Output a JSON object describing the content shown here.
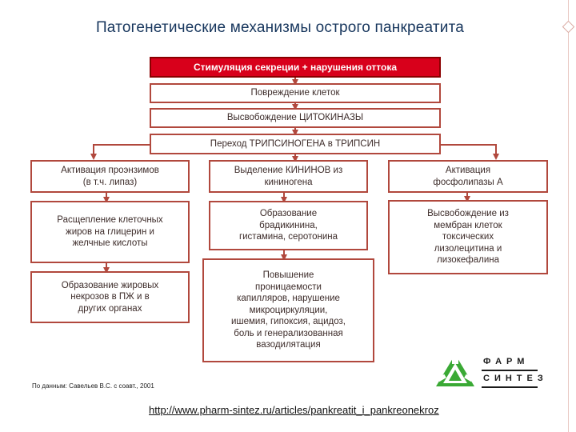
{
  "title": "Патогенетические механизмы  острого панкреатита",
  "flow": {
    "top_box": "Стимуляция секреции + нарушения оттока",
    "cell_damage": "Повреждение клеток",
    "cytokines_release": "Высвобождение ЦИТОКИНАЗЫ",
    "trypsinogen_to_trypsin": "Переход ТРИПСИНОГЕНА в ТРИПСИН"
  },
  "columns": [
    {
      "items": [
        "Активация проэнзимов\n(в т.ч. липаз)",
        "Расщепление клеточных\nжиров на глицерин и\nжелчные кислоты",
        "Образование жировых\nнекрозов в ПЖ и в\nдругих органах"
      ]
    },
    {
      "items": [
        "Выделение КИНИНОВ из\nкининогена",
        "Образование\nбрадикинина,\nгистамина, серотонина",
        "Повышение\nпроницаемости\nкапилляров, нарушение\nмикроциркуляции,\nишемия, гипоксия, ацидоз,\nболь и генерализованная\nвазодилятация"
      ]
    },
    {
      "items": [
        "Активация\nфосфолипазы А",
        "Высвобождение из\nмембран клеток\nтоксических\nлизолецитина и\nлизокефалина"
      ]
    }
  ],
  "source_note": "По данным: Савельев В.С. с соавт., 2001",
  "url": "http://www.pharm-sintez.ru/articles/pankreatit_i_pankreonekroz",
  "logo": {
    "line1": "ФАРМ",
    "line2": "СИНТЕЗ",
    "icon": "pharm-sintez-logo-icon"
  },
  "colors": {
    "accent_red": "#d8001b",
    "box_border": "#b1483d",
    "title_color": "#17365d",
    "logo_green": "#3aa935"
  }
}
